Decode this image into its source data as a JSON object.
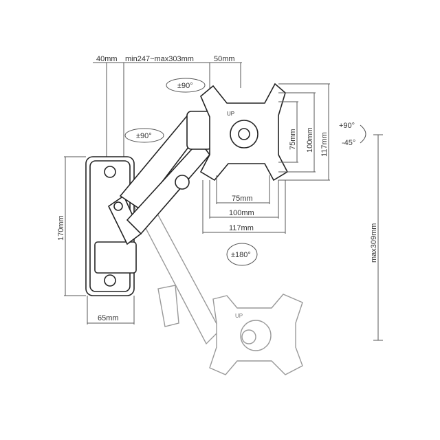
{
  "dimensions": {
    "top_left": "40mm",
    "top_range": "min247~max303mm",
    "top_right": "50mm",
    "rot_plate": "±90°",
    "rot_arm": "±90°",
    "tilt_up": "+90°",
    "tilt_down": "-45°",
    "vesa_v75": "75mm",
    "vesa_v100": "100mm",
    "vesa_v117": "117mm",
    "vesa_h75": "75mm",
    "vesa_h100": "100mm",
    "vesa_h117": "117mm",
    "rot_180": "±180°",
    "plate_height": "170mm",
    "plate_width": "65mm",
    "max_height": "max309mm"
  },
  "labels": {
    "up_top": "UP",
    "up_bottom": "UP"
  },
  "colors": {
    "line": "#555555",
    "part": "#222222",
    "ghost": "#999999"
  }
}
